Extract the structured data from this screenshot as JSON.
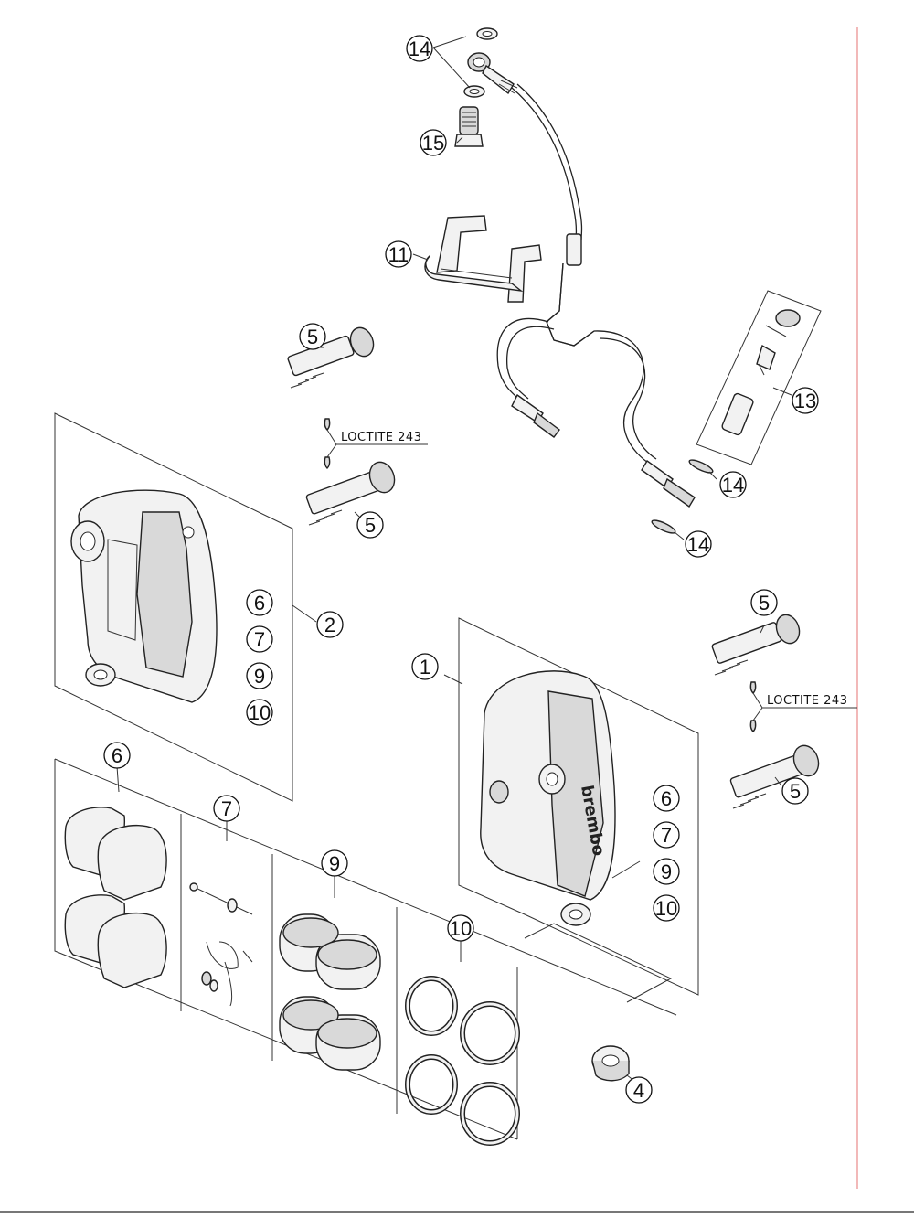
{
  "diagram": {
    "callouts": [
      {
        "id": "c14a",
        "text": "14"
      },
      {
        "id": "c15",
        "text": "15"
      },
      {
        "id": "c11",
        "text": "11"
      },
      {
        "id": "c5a",
        "text": "5"
      },
      {
        "id": "c13",
        "text": "13"
      },
      {
        "id": "c14b",
        "text": "14"
      },
      {
        "id": "c5b",
        "text": "5"
      },
      {
        "id": "c14c",
        "text": "14"
      },
      {
        "id": "c6a",
        "text": "6"
      },
      {
        "id": "c2",
        "text": "2"
      },
      {
        "id": "c7a",
        "text": "7"
      },
      {
        "id": "c9a",
        "text": "9"
      },
      {
        "id": "c10a",
        "text": "10"
      },
      {
        "id": "c1",
        "text": "1"
      },
      {
        "id": "c5c",
        "text": "5"
      },
      {
        "id": "c5d",
        "text": "5"
      },
      {
        "id": "c6b",
        "text": "6"
      },
      {
        "id": "c7b",
        "text": "7"
      },
      {
        "id": "c9b",
        "text": "9"
      },
      {
        "id": "c10b",
        "text": "10"
      },
      {
        "id": "c6c",
        "text": "6"
      },
      {
        "id": "c7c",
        "text": "7"
      },
      {
        "id": "c9c",
        "text": "9"
      },
      {
        "id": "c10c",
        "text": "10"
      },
      {
        "id": "c4",
        "text": "4"
      }
    ],
    "loctite_labels": [
      "LOCTITE 243",
      "LOCTITE 243"
    ],
    "caliper_brand": "brembo",
    "line_color": "#222222",
    "margin_line_color": "#e88a8a"
  }
}
